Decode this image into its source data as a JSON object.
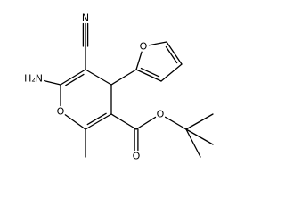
{
  "diagram": {
    "atoms": [
      {
        "id": "n_nitrile",
        "label": "N"
      },
      {
        "id": "c_nitrile"
      },
      {
        "id": "c3"
      },
      {
        "id": "c4"
      },
      {
        "id": "c2"
      },
      {
        "id": "nh2",
        "label": "H₂N"
      },
      {
        "id": "o_ring",
        "label": "O"
      },
      {
        "id": "c6"
      },
      {
        "id": "me6"
      },
      {
        "id": "c5"
      },
      {
        "id": "c_ester"
      },
      {
        "id": "o_carbonyl",
        "label": "O"
      },
      {
        "id": "o_ester",
        "label": "O"
      },
      {
        "id": "c_quat"
      },
      {
        "id": "tb_a"
      },
      {
        "id": "tb_b"
      },
      {
        "id": "tb_c"
      },
      {
        "id": "fur_c2"
      },
      {
        "id": "fur_c3"
      },
      {
        "id": "fur_c4"
      },
      {
        "id": "fur_c5"
      },
      {
        "id": "fur_o",
        "label": "O"
      }
    ],
    "bonds": [
      {
        "a": "c_nitrile",
        "b": "n_nitrile",
        "order": 3
      },
      {
        "a": "c3",
        "b": "c_nitrile",
        "order": 1
      },
      {
        "a": "c3",
        "b": "c4",
        "order": 1
      },
      {
        "a": "c3",
        "b": "c2",
        "order": 2
      },
      {
        "a": "c2",
        "b": "nh2",
        "order": 1
      },
      {
        "a": "c2",
        "b": "o_ring",
        "order": 1
      },
      {
        "a": "o_ring",
        "b": "c6",
        "order": 1
      },
      {
        "a": "c6",
        "b": "me6",
        "order": 1
      },
      {
        "a": "c6",
        "b": "c5",
        "order": 2
      },
      {
        "a": "c5",
        "b": "c4",
        "order": 1
      },
      {
        "a": "c5",
        "b": "c_ester",
        "order": 1
      },
      {
        "a": "c_ester",
        "b": "o_carbonyl",
        "order": 2
      },
      {
        "a": "c_ester",
        "b": "o_ester",
        "order": 1
      },
      {
        "a": "o_ester",
        "b": "c_quat",
        "order": 1
      },
      {
        "a": "c_quat",
        "b": "tb_a",
        "order": 1
      },
      {
        "a": "c_quat",
        "b": "tb_b",
        "order": 1
      },
      {
        "a": "c_quat",
        "b": "tb_c",
        "order": 1
      },
      {
        "a": "c4",
        "b": "fur_c2",
        "order": 1
      },
      {
        "a": "fur_c2",
        "b": "fur_c3",
        "order": 2
      },
      {
        "a": "fur_c3",
        "b": "fur_c4",
        "order": 1
      },
      {
        "a": "fur_c4",
        "b": "fur_c5",
        "order": 2
      },
      {
        "a": "fur_c5",
        "b": "fur_o",
        "order": 1
      },
      {
        "a": "fur_o",
        "b": "fur_c2",
        "order": 1
      }
    ]
  }
}
